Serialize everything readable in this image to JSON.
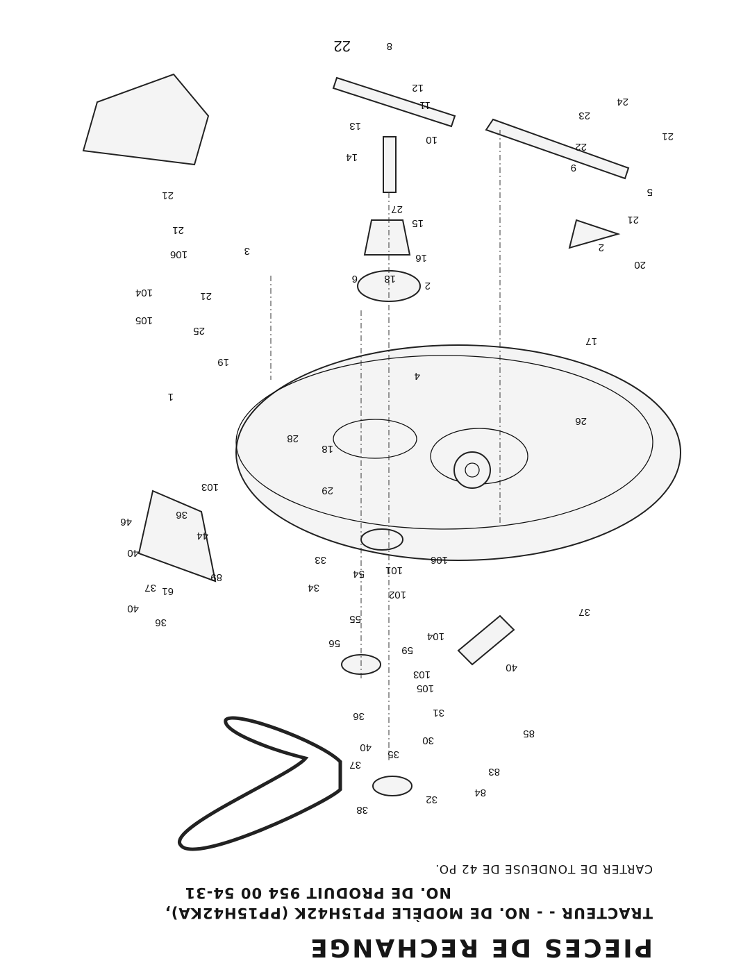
{
  "header": {
    "title": "PIECES DE RECHANGE",
    "model_line": "TRACTEUR - - NO. DE MODÈLE PP15H42K (PP15H42KA),",
    "product_line": "NO. DE PRODUIT 954 00 54-31",
    "section": "CARTER DE TONDEUSE DE 42 PO."
  },
  "page_number": "22",
  "callouts": [
    "8",
    "9",
    "10",
    "11",
    "12",
    "13",
    "14",
    "15",
    "16",
    "2",
    "1",
    "17",
    "21",
    "19",
    "6",
    "5",
    "4",
    "3",
    "21",
    "18",
    "18",
    "20",
    "29",
    "28",
    "27",
    "26",
    "25",
    "24",
    "23",
    "22",
    "21",
    "2",
    "21",
    "21",
    "106",
    "105",
    "104",
    "103",
    "101",
    "102",
    "106",
    "104",
    "103",
    "105",
    "35",
    "30",
    "31",
    "32",
    "33",
    "34",
    "54",
    "55",
    "56",
    "59",
    "36",
    "40",
    "37",
    "38",
    "37",
    "40",
    "85",
    "83",
    "84",
    "36",
    "37",
    "40",
    "89",
    "61",
    "44",
    "46",
    "40",
    "36"
  ]
}
